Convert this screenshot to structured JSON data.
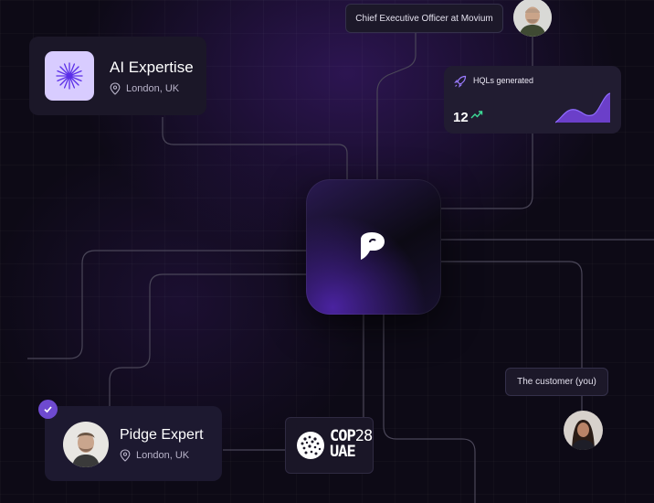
{
  "cards": {
    "ai_expertise": {
      "title": "AI Expertise",
      "location": "London, UK"
    },
    "pidge_expert": {
      "title": "Pidge Expert",
      "location": "London, UK"
    }
  },
  "tags": {
    "ceo": "Chief Executive Officer at Movium",
    "customer": "The customer (you)"
  },
  "stat_card": {
    "label": "HQLs generated",
    "value": "12",
    "trend": "up",
    "accent_color": "#7c4dff"
  },
  "logo": {
    "top": "COP",
    "sup": "28",
    "bottom": "UAE"
  },
  "center_logo": {
    "brand_color": "#5a2fb0"
  },
  "colors": {
    "background": "#0d0a16",
    "card": "#1b1728",
    "check_badge": "#6e4ad0",
    "trend_green": "#3ddc97"
  }
}
